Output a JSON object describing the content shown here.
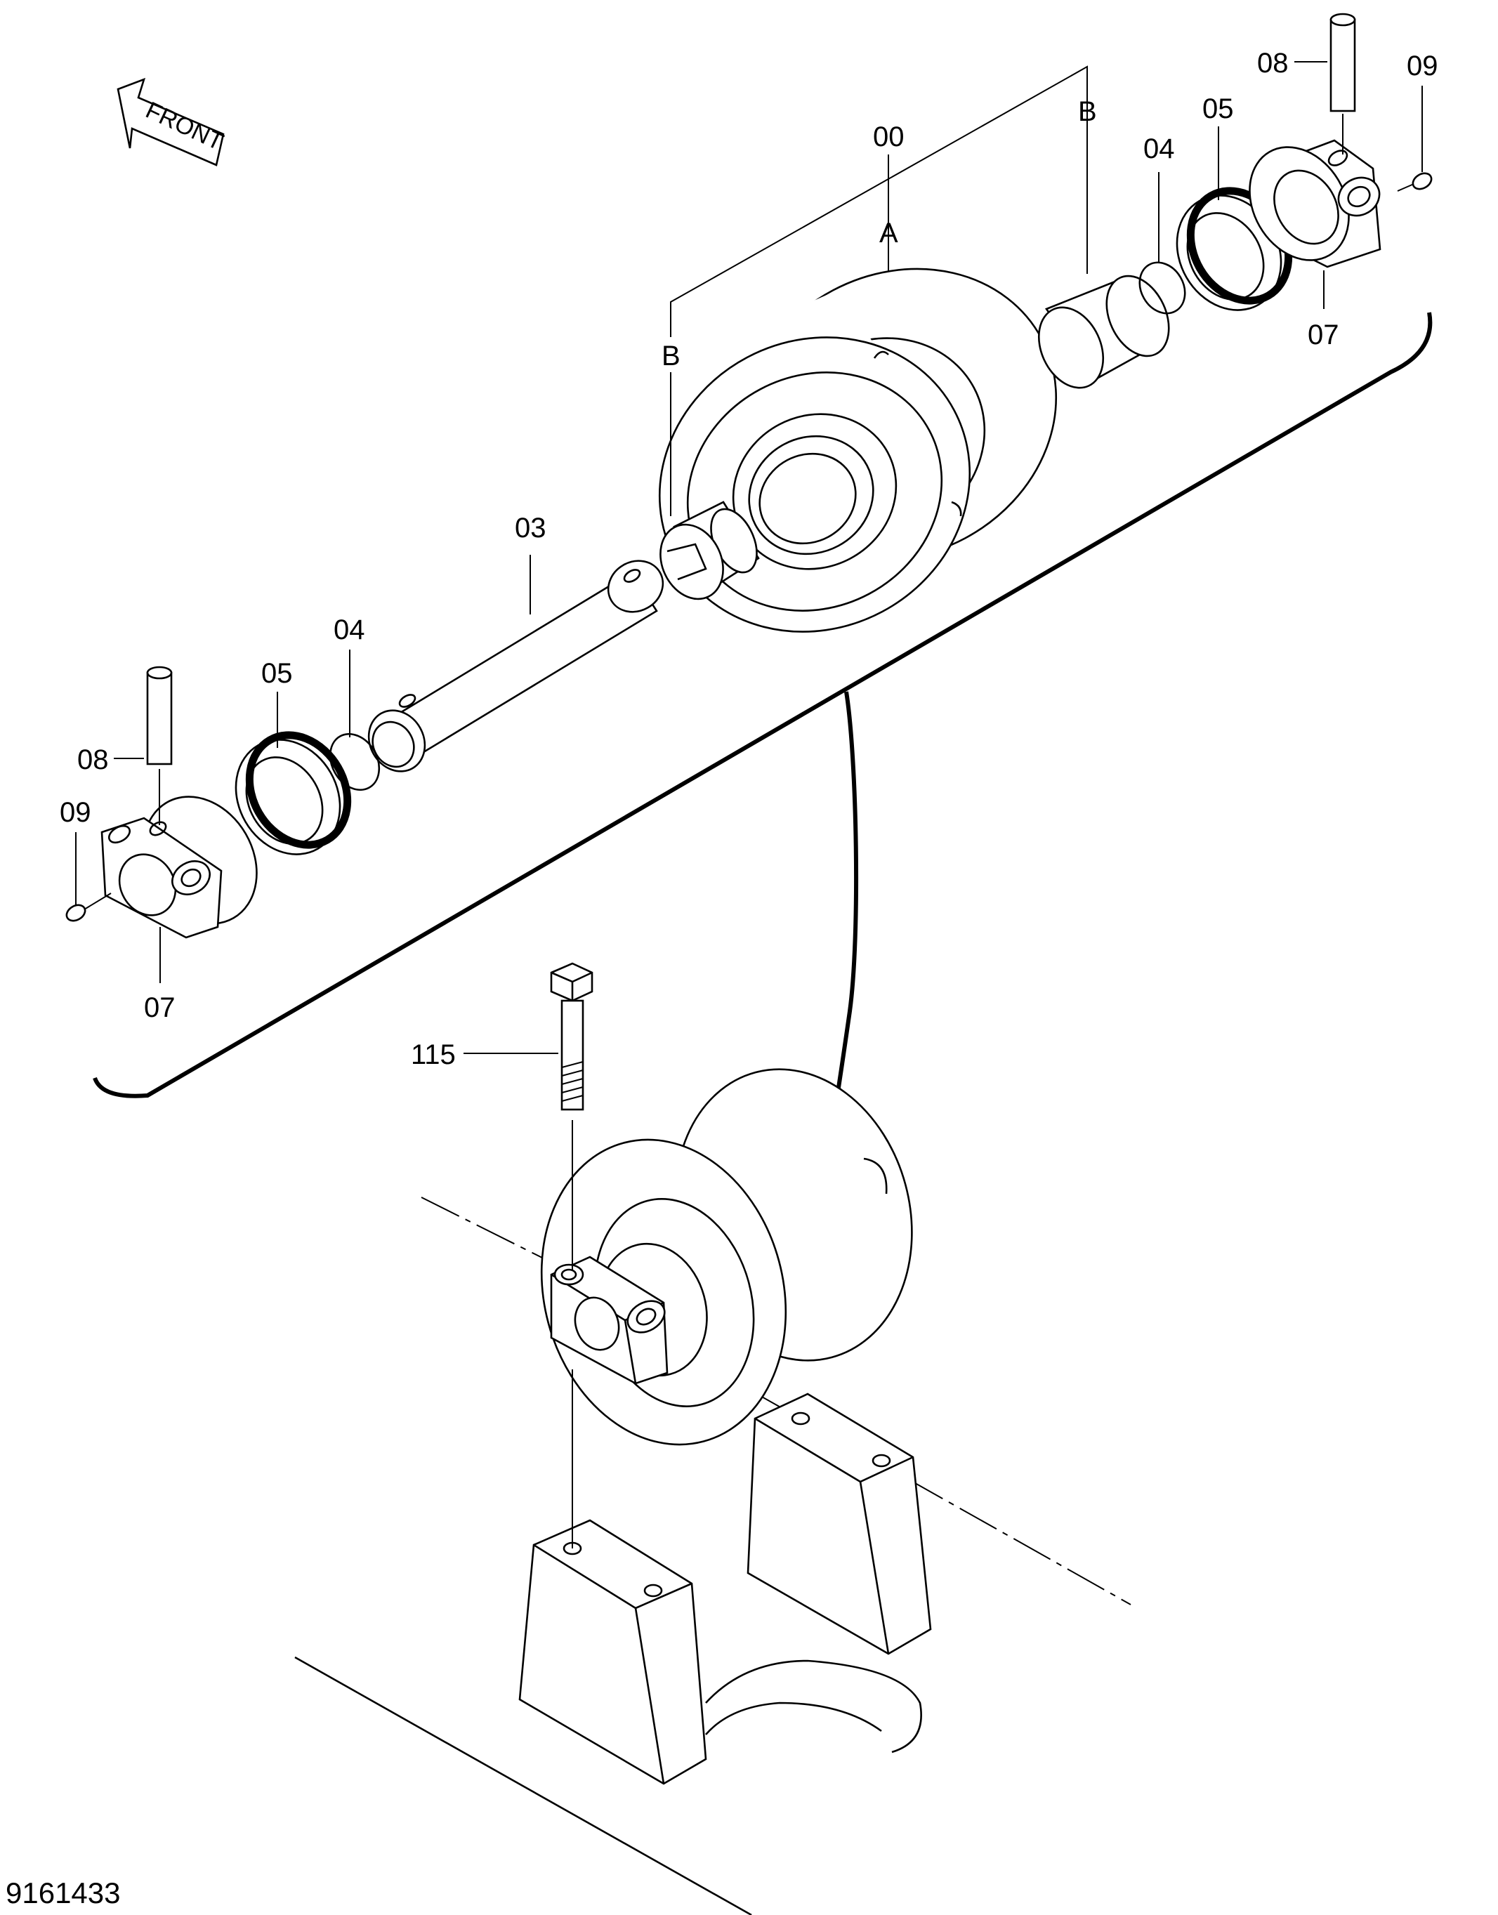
{
  "front_indicator": {
    "text": "FRONT"
  },
  "labels": {
    "assembly": "00",
    "callout_a": "A",
    "callout_b_left": "B",
    "callout_b_right": "B",
    "shaft": "03",
    "oring_left": "04",
    "oring_right": "04",
    "seal_left": "05",
    "seal_right": "05",
    "collar_left": "07",
    "collar_right": "07",
    "pin_left": "08",
    "pin_right": "08",
    "plug_left": "09",
    "plug_right": "09",
    "bolt": "115"
  },
  "drawing_number": "9161433"
}
